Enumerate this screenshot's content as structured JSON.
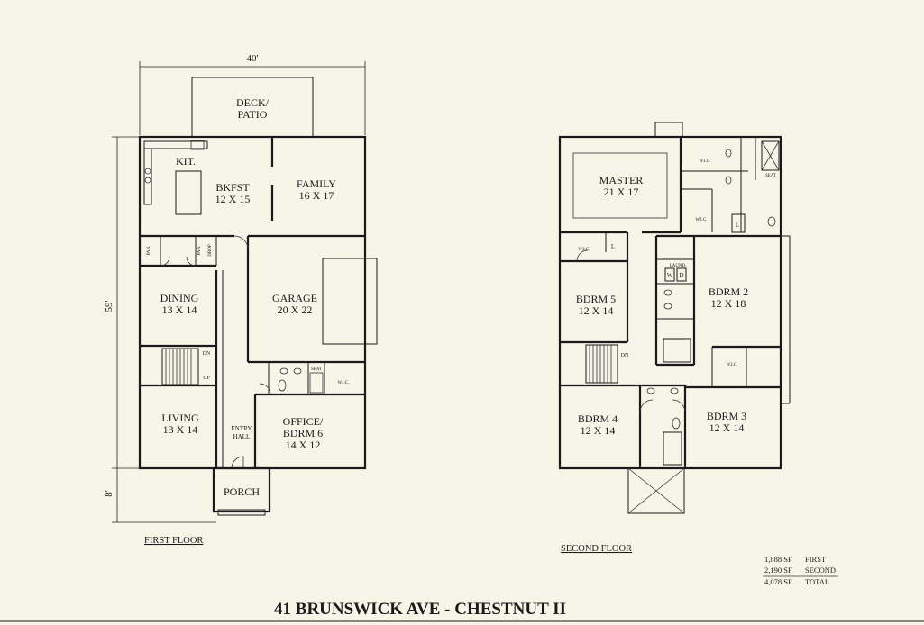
{
  "title": "41 BRUNSWICK AVE - CHESTNUT II",
  "first_floor": {
    "label": "FIRST FLOOR",
    "dims": {
      "width": "40'",
      "depth": "59'",
      "porch_depth": "8'"
    },
    "rooms": {
      "deck": [
        "DECK/",
        "PATIO"
      ],
      "kit": "KIT.",
      "bkfst": [
        "BKFST",
        "12 X 15"
      ],
      "family": [
        "FAMILY",
        "16 X 17"
      ],
      "dining": [
        "DINING",
        "13 X 14"
      ],
      "garage": [
        "GARAGE",
        "20 X 22"
      ],
      "living": [
        "LIVING",
        "13 X 14"
      ],
      "entry": [
        "ENTRY",
        "HALL"
      ],
      "office": [
        "OFFICE/",
        "BDRM 6",
        "14 X 12"
      ],
      "porch": "PORCH"
    },
    "small_labels": {
      "pan": "PAN.",
      "drop": "DROP",
      "dn": "DN",
      "up": "UP",
      "seat": "SEAT",
      "wic": "W.I.C."
    }
  },
  "second_floor": {
    "label": "SECOND FLOOR",
    "rooms": {
      "master": [
        "MASTER",
        "21 X 17"
      ],
      "bdrm5": [
        "BDRM 5",
        "12 X 14"
      ],
      "bdrm2": [
        "BDRM 2",
        "12 X 18"
      ],
      "bdrm4": [
        "BDRM 4",
        "12 X 14"
      ],
      "bdrm3": [
        "BDRM 3",
        "12 X 14"
      ]
    },
    "small_labels": {
      "wic": "W.I.C.",
      "seat": "SEAT",
      "laund": "LAUND.",
      "w": "W",
      "d": "D",
      "l": "L",
      "dn": "DN"
    }
  },
  "totals": [
    {
      "value": "1,888 SF",
      "label": "FIRST"
    },
    {
      "value": "2,190 SF",
      "label": "SECOND"
    },
    {
      "value": "4,078 SF",
      "label": "TOTAL"
    }
  ]
}
